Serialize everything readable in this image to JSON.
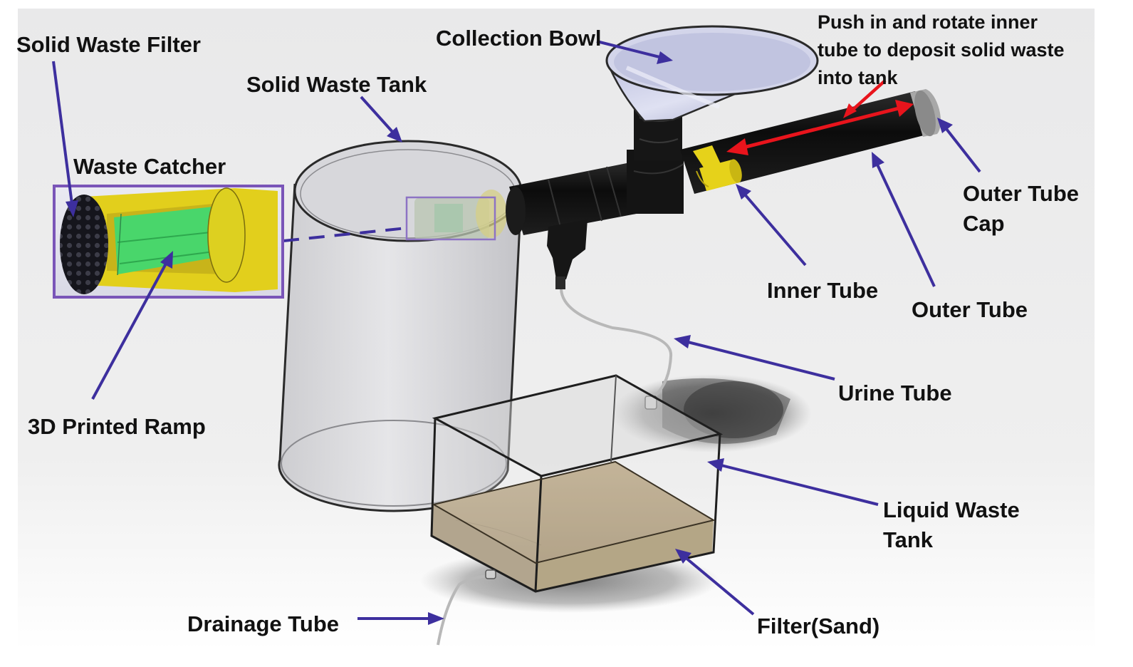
{
  "diagram": {
    "colors": {
      "arrow": "#3d2f9e",
      "rotate_arrow": "#e8141c",
      "tube": "#121212",
      "inner_tube": "#e6d21a",
      "sand": "#b3a07f",
      "ramp": "#49d66b",
      "filter": "#15151c",
      "inset_frame": "#7a55b8"
    },
    "labels": {
      "solid_waste_filter": "Solid Waste Filter",
      "solid_waste_tank": "Solid Waste Tank",
      "waste_catcher": "Waste Catcher",
      "collection_bowl": "Collection Bowl",
      "push_rotate": "Push in and rotate inner\ntube to deposit solid waste\ninto tank",
      "outer_tube_cap": "Outer Tube\nCap",
      "inner_tube": "Inner Tube",
      "outer_tube": "Outer Tube",
      "urine_tube": "Urine Tube",
      "printed_ramp": "3D Printed Ramp",
      "liquid_waste_tank": "Liquid Waste\nTank",
      "drainage_tube": "Drainage Tube",
      "filter_sand": "Filter(Sand)"
    }
  }
}
